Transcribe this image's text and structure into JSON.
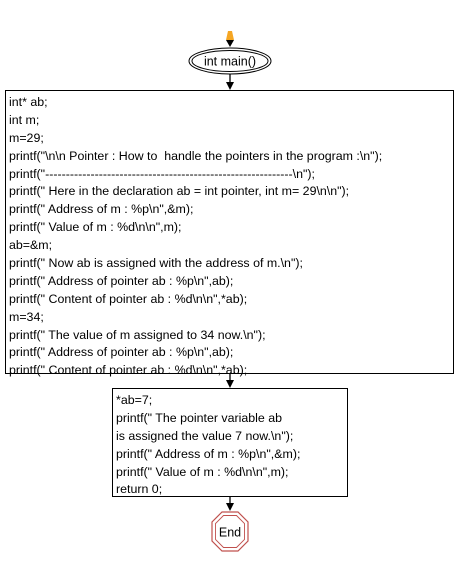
{
  "start": {
    "label": "int main()",
    "marker_color": "#f5a623"
  },
  "block1": {
    "lines": [
      "int* ab;",
      "int m;",
      "m=29;",
      "printf(\"\\n\\n Pointer : How to  handle the pointers in the program :\\n\");",
      "printf(\"------------------------------------------------------------\\n\");",
      "printf(\" Here in the declaration ab = int pointer, int m= 29\\n\\n\");",
      "printf(\" Address of m : %p\\n\",&m);",
      "printf(\" Value of m : %d\\n\\n\",m);",
      "ab=&m;",
      "printf(\" Now ab is assigned with the address of m.\\n\");",
      "printf(\" Address of pointer ab : %p\\n\",ab);",
      "printf(\" Content of pointer ab : %d\\n\\n\",*ab);",
      "m=34;",
      "printf(\" The value of m assigned to 34 now.\\n\");",
      "printf(\" Address of pointer ab : %p\\n\",ab);",
      "printf(\" Content of pointer ab : %d\\n\\n\",*ab);"
    ]
  },
  "block2": {
    "lines": [
      "*ab=7;",
      "printf(\" The pointer variable ab",
      "is assigned the value 7 now.\\n\");",
      "printf(\" Address of m : %p\\n\",&m);",
      "printf(\" Value of m : %d\\n\\n\",m);",
      "return 0;"
    ]
  },
  "end": {
    "label": "End",
    "border_color": "#c0504d"
  }
}
